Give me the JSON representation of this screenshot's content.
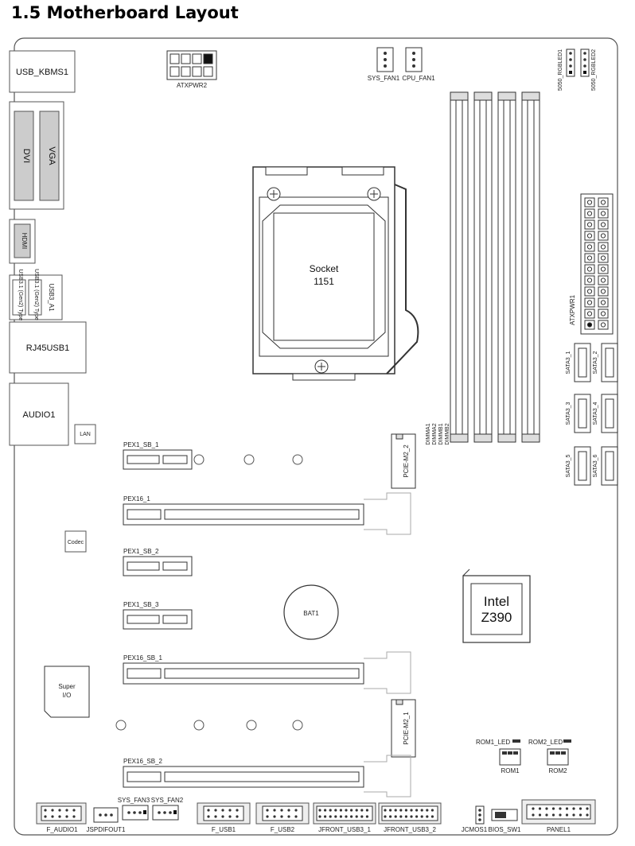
{
  "title": "1.5 Motherboard Layout",
  "rear_io": {
    "usb_kbms": "USB_KBMS1",
    "dvi": "DVI",
    "vga": "VGA",
    "hdmi": "HDMI",
    "usb3_label": "USB3_A1",
    "usb3_sub": [
      "USB3.1 (Gen2) Type A",
      "USB3.1 (Gen2) Type C"
    ],
    "rj45": "RJ45USB1",
    "audio": "AUDIO1",
    "lan": "LAN",
    "codec": "Codec"
  },
  "top": {
    "atxpwr2": "ATXPWR2",
    "sys_fan1": "SYS_FAN1",
    "cpu_fan1": "CPU_FAN1",
    "rgbled1": "5050_RGBLED1",
    "rgbled2": "5050_RGBLED2"
  },
  "socket": {
    "line1": "Socket",
    "line2": "1151"
  },
  "dimm_labels": [
    "DIMMA1",
    "DIMMA2",
    "DIMMB1",
    "DIMMB2"
  ],
  "atxpwr1": "ATXPWR1",
  "sata": [
    "SATA3_1",
    "SATA3_2",
    "SATA3_3",
    "SATA3_4",
    "SATA3_5",
    "SATA3_6"
  ],
  "slots": {
    "pex1_sb_1": "PEX1_SB_1",
    "pex16_1": "PEX16_1",
    "pex1_sb_2": "PEX1_SB_2",
    "pex1_sb_3": "PEX1_SB_3",
    "pex16_sb_1": "PEX16_SB_1",
    "pex16_sb_2": "PEX16_SB_2",
    "pcie_m2_2": "PCIE-M2_2",
    "pcie_m2_1": "PCIE-M2_1"
  },
  "bat": "BAT1",
  "chipset": {
    "line1": "Intel",
    "line2": "Z390"
  },
  "superio": {
    "line1": "Super",
    "line2": "I/O"
  },
  "rom": {
    "rom1_led": "ROM1_LED",
    "rom2_led": "ROM2_LED",
    "rom1": "ROM1",
    "rom2": "ROM2"
  },
  "bottom": {
    "sys_fan3": "SYS_FAN3",
    "sys_fan2": "SYS_FAN2",
    "f_audio1": "F_AUDIO1",
    "jspdifout1": "JSPDIFOUT1",
    "f_usb1": "F_USB1",
    "f_usb2": "F_USB2",
    "jfront_usb3_1": "JFRONT_USB3_1",
    "jfront_usb3_2": "JFRONT_USB3_2",
    "jcmos1": "JCMOS1",
    "bios_sw1": "BIOS_SW1",
    "panel1": "PANEL1"
  }
}
